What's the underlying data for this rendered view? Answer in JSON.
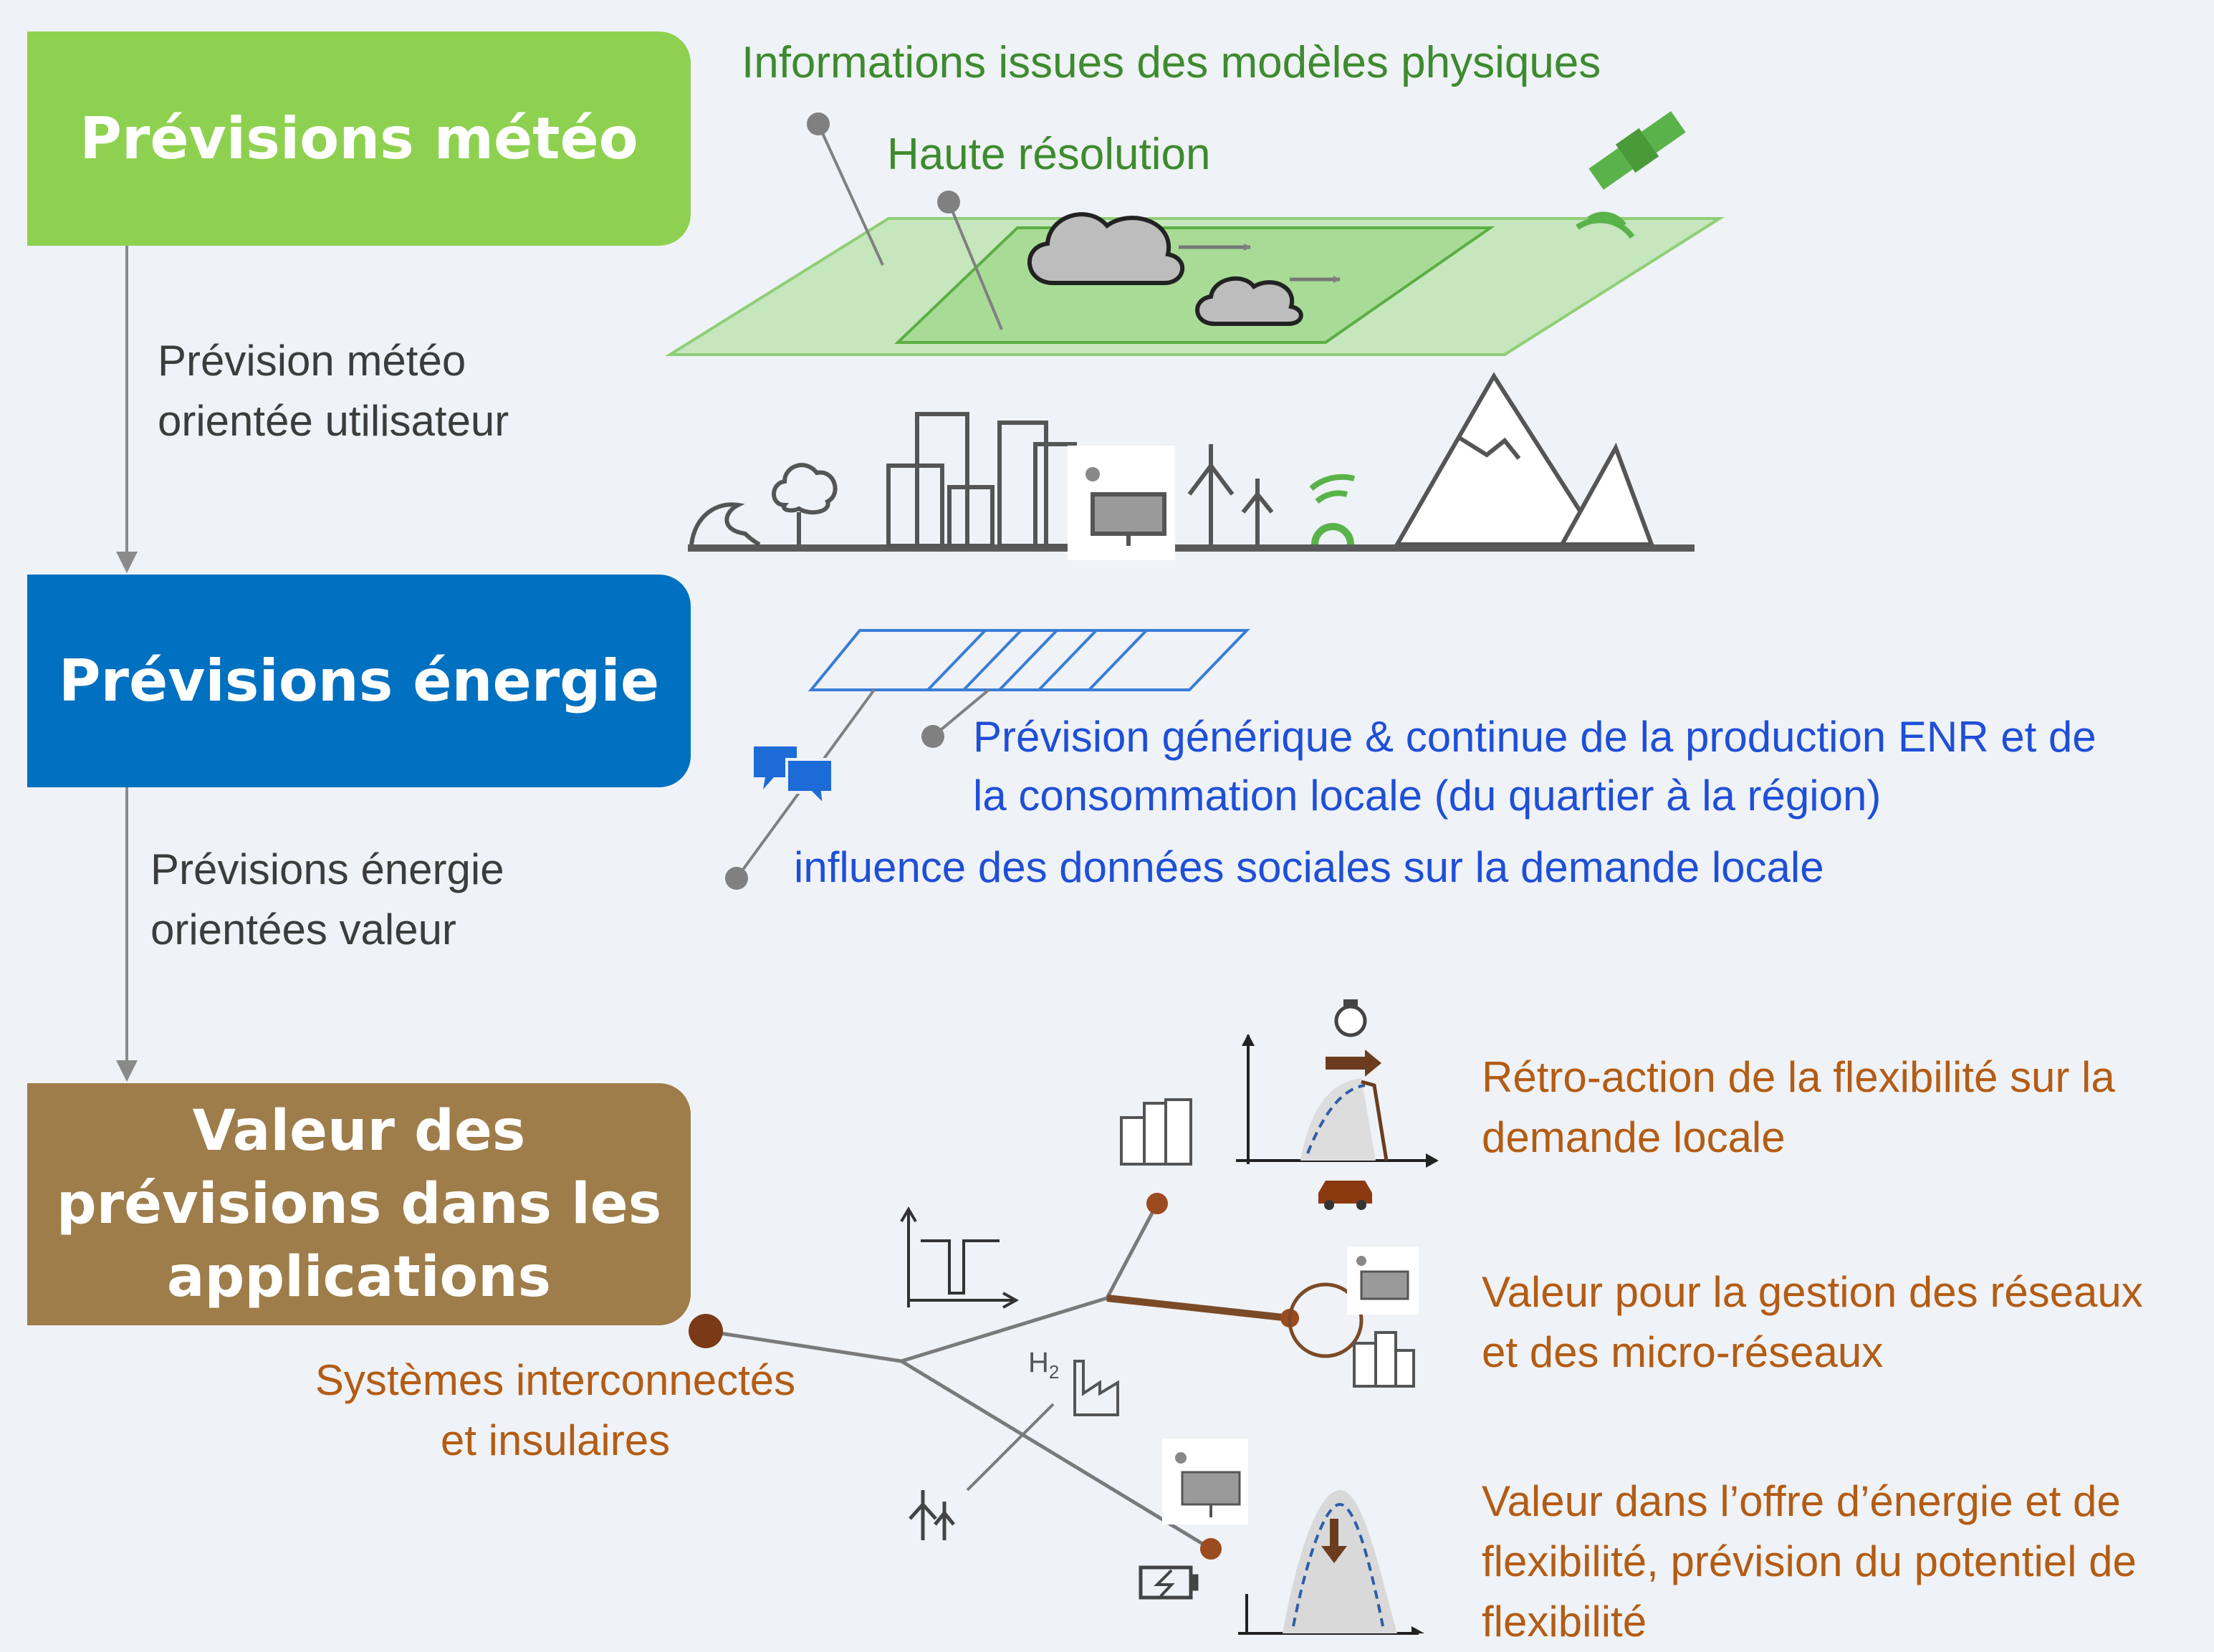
{
  "boxes": {
    "meteo": "Prévisions météo",
    "energie": "Prévisions énergie",
    "valeur": "Valeur des prévisions dans les applications"
  },
  "arrows": {
    "meteo_to_energie": {
      "line1": "Prévision météo",
      "line2": "orientée utilisateur"
    },
    "energie_to_valeur": {
      "line1": "Prévisions énergie",
      "line2": "orientées valeur"
    }
  },
  "meteo_section": {
    "models_label": "Informations issues des modèles physiques",
    "hires_label": "Haute résolution"
  },
  "energie_section": {
    "generic_line1": "Prévision générique & continue de la production ENR et de",
    "generic_line2": "la consommation locale (du quartier à la région)",
    "social": "influence des données sociales sur la demande locale"
  },
  "valeur_section": {
    "systems_line1": "Systèmes interconnectés",
    "systems_line2": "et insulaires",
    "h2_label": "H",
    "h2_sub": "2",
    "retro_line1": "Rétro-action de la flexibilité sur la",
    "retro_line2": "demande locale",
    "grid_line1": "Valeur pour la gestion des réseaux",
    "grid_line2": "et des micro-réseaux",
    "offer_line1": "Valeur dans l’offre d’énergie et de",
    "offer_line2": "flexibilité, prévision du potentiel de",
    "offer_line3": "flexibilité"
  },
  "colors": {
    "meteo": "#8ed150",
    "energie": "#0070c0",
    "valeur": "#9e7d4a",
    "green_text": "#3d8b2e",
    "blue_text": "#1f4fd6",
    "brown_text": "#b35c14",
    "background": "#eff2f6"
  }
}
